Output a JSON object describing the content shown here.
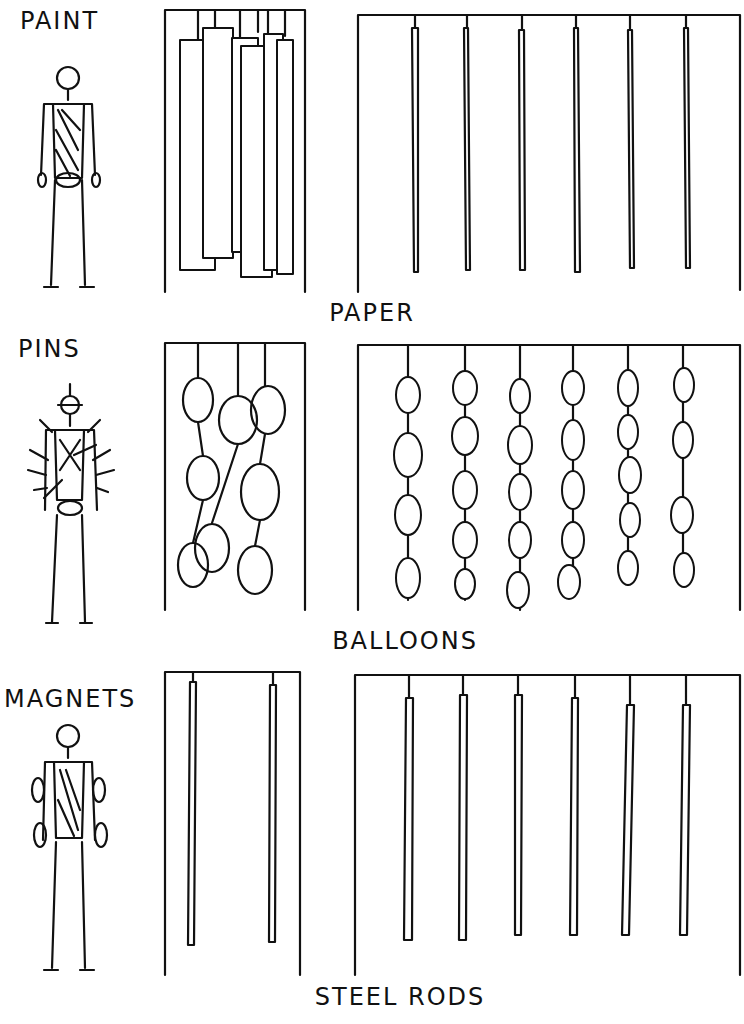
{
  "diagram": {
    "labels": [
      "PAINT",
      "PAPER",
      "PINS",
      "BALLOONS",
      "MAGNETS",
      "STEEL RODS"
    ]
  }
}
